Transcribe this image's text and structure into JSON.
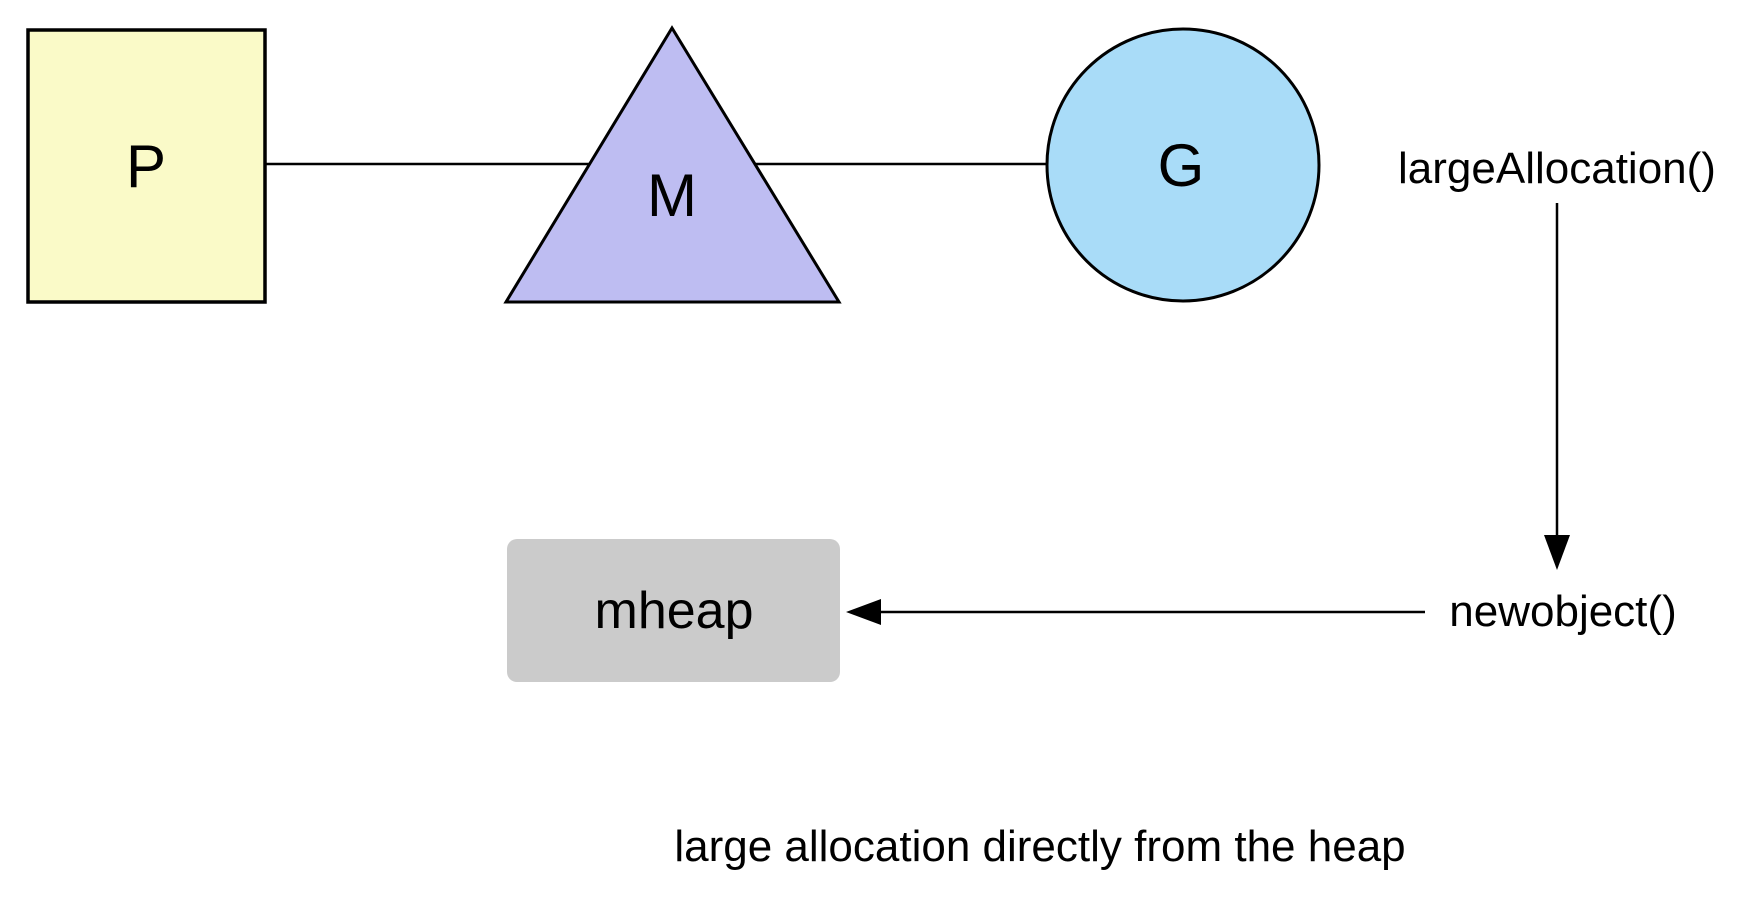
{
  "nodes": {
    "p": {
      "label": "P",
      "shape": "square",
      "fill": "#FAFAC8"
    },
    "m": {
      "label": "M",
      "shape": "triangle",
      "fill": "#BEBDF2"
    },
    "g": {
      "label": "G",
      "shape": "circle",
      "fill": "#A9DCF8"
    },
    "mheap": {
      "label": "mheap",
      "shape": "rounded-rectangle",
      "fill": "#CBCBCB"
    }
  },
  "labels": {
    "large_allocation": "largeAllocation()",
    "newobject": "newobject()"
  },
  "caption": "large allocation directly from the heap",
  "colors": {
    "stroke": "#000000",
    "text": "#000000",
    "background": "#FFFFFF"
  }
}
